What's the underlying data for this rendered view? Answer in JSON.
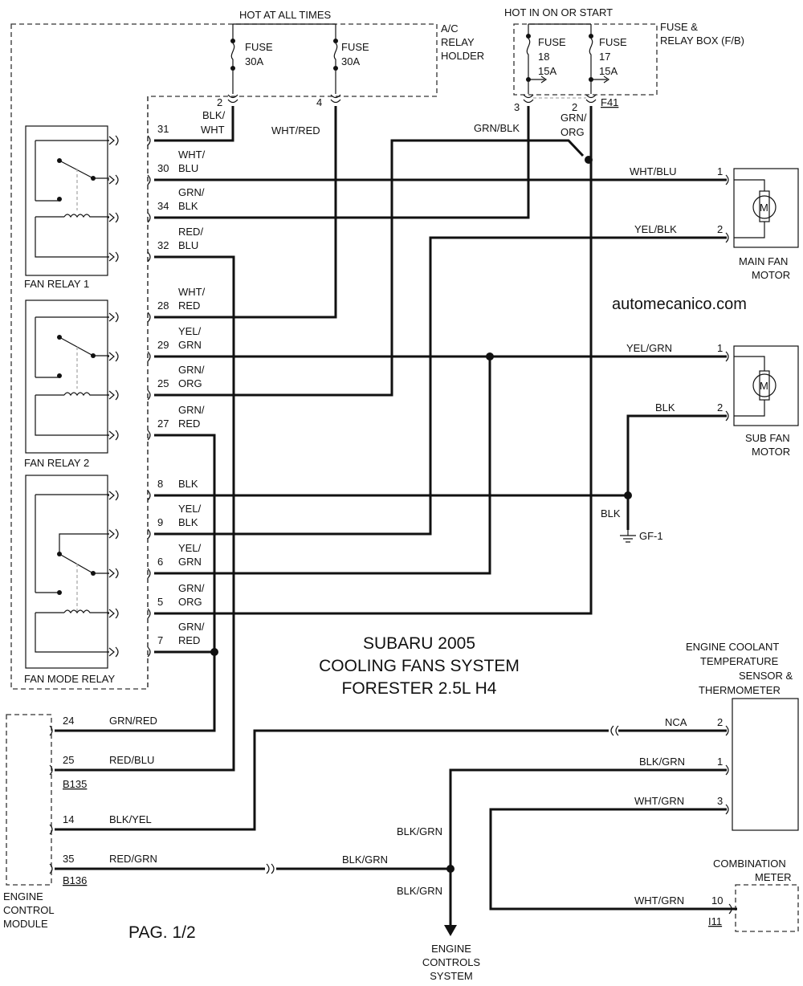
{
  "title": {
    "line1": "SUBARU 2005",
    "line2": "COOLING FANS SYSTEM",
    "line3": "FORESTER 2.5L H4"
  },
  "watermark": "automecanico.com",
  "page": "PAG. 1/2",
  "top": {
    "hot_at_all_times": "HOT AT ALL TIMES",
    "hot_in_on_or_start": "HOT IN ON OR START",
    "ac_relay_holder": [
      "A/C",
      "RELAY",
      "HOLDER"
    ],
    "fuse_relay_box": [
      "FUSE &",
      "RELAY BOX (F/B)"
    ]
  },
  "fuses": [
    {
      "lines": [
        "FUSE",
        "30A"
      ],
      "pin": "2",
      "wire": [
        "BLK/",
        "WHT"
      ]
    },
    {
      "lines": [
        "FUSE",
        "30A"
      ],
      "pin": "4",
      "wire": [
        "WHT/RED"
      ]
    },
    {
      "lines": [
        "FUSE",
        "18",
        "15A"
      ],
      "pin": "3",
      "wire": [
        "GRN/BLK"
      ]
    },
    {
      "lines": [
        "FUSE",
        "17",
        "15A"
      ],
      "pin": "2",
      "wire": [
        "GRN/",
        "ORG"
      ]
    }
  ],
  "connector_f41": "F41",
  "relays": [
    {
      "name": "FAN RELAY 1"
    },
    {
      "name": "FAN RELAY 2"
    },
    {
      "name": "FAN MODE RELAY"
    }
  ],
  "relay_pins": [
    {
      "pin": "31",
      "wire": []
    },
    {
      "pin": "30",
      "wire": [
        "WHT/",
        "BLU"
      ]
    },
    {
      "pin": "34",
      "wire": [
        "GRN/",
        "BLK"
      ]
    },
    {
      "pin": "32",
      "wire": [
        "RED/",
        "BLU"
      ]
    },
    {
      "pin": "28",
      "wire": [
        "WHT/",
        "RED"
      ]
    },
    {
      "pin": "29",
      "wire": [
        "YEL/",
        "GRN"
      ]
    },
    {
      "pin": "25",
      "wire": [
        "GRN/",
        "ORG"
      ]
    },
    {
      "pin": "27",
      "wire": [
        "GRN/",
        "RED"
      ]
    },
    {
      "pin": "8",
      "wire": [
        "BLK"
      ]
    },
    {
      "pin": "9",
      "wire": [
        "YEL/",
        "BLK"
      ]
    },
    {
      "pin": "6",
      "wire": [
        "YEL/",
        "GRN"
      ]
    },
    {
      "pin": "5",
      "wire": [
        "GRN/",
        "ORG"
      ]
    },
    {
      "pin": "7",
      "wire": [
        "GRN/",
        "RED"
      ]
    }
  ],
  "main_fan_motor": {
    "name": [
      "MAIN FAN",
      "MOTOR"
    ],
    "pins": [
      {
        "pin": "1",
        "wire": "WHT/BLU"
      },
      {
        "pin": "2",
        "wire": "YEL/BLK"
      }
    ],
    "symbol": "M"
  },
  "sub_fan_motor": {
    "name": [
      "SUB FAN",
      "MOTOR"
    ],
    "pins": [
      {
        "pin": "1",
        "wire": "YEL/GRN"
      },
      {
        "pin": "2",
        "wire": "BLK"
      }
    ],
    "symbol": "M"
  },
  "ground": {
    "wire": "BLK",
    "name": "GF-1"
  },
  "ecm": {
    "name": [
      "ENGINE",
      "CONTROL",
      "MODULE"
    ],
    "pins": [
      {
        "pin": "24",
        "wire": "GRN/RED"
      },
      {
        "pin": "25",
        "wire": "RED/BLU"
      },
      {
        "pin": "14",
        "wire": "BLK/YEL"
      },
      {
        "pin": "35",
        "wire": "RED/GRN"
      }
    ],
    "connectors": [
      "B135",
      "B136"
    ]
  },
  "coolant_sensor": {
    "name": [
      "ENGINE COOLANT",
      "TEMPERATURE",
      "SENSOR &",
      "THERMOMETER"
    ],
    "pins": [
      {
        "pin": "2",
        "wire": "NCA"
      },
      {
        "pin": "1",
        "wire": "BLK/GRN"
      },
      {
        "pin": "3",
        "wire": "WHT/GRN"
      }
    ]
  },
  "combination_meter": {
    "name": [
      "COMBINATION",
      "METER"
    ],
    "pin": "10",
    "wire": "WHT/GRN",
    "connector": "I11"
  },
  "engine_controls": {
    "wire_a": "BLK/GRN",
    "wire_b": "BLK/GRN",
    "wire_c": "BLK/GRN",
    "name": [
      "ENGINE",
      "CONTROLS",
      "SYSTEM"
    ]
  }
}
